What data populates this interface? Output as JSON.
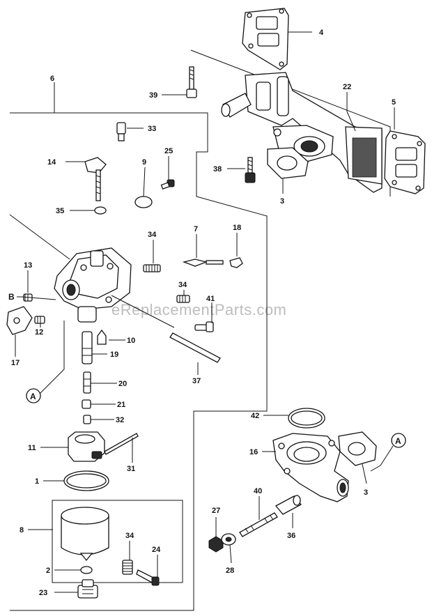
{
  "watermark": "eReplacementParts.com",
  "labels": {
    "p1": "1",
    "p2": "2",
    "p3a": "3",
    "p3b": "3",
    "p4": "4",
    "p5": "5",
    "p6": "6",
    "p7": "7",
    "p8": "8",
    "p9": "9",
    "p10": "10",
    "p11": "11",
    "p12": "12",
    "p13": "13",
    "p14": "14",
    "p16": "16",
    "p17": "17",
    "p18": "18",
    "p19": "19",
    "p20": "20",
    "p21": "21",
    "p22": "22",
    "p23": "23",
    "p24": "24",
    "p25": "25",
    "p27": "27",
    "p28": "28",
    "p31": "31",
    "p32": "32",
    "p33": "33",
    "p34a": "34",
    "p34b": "34",
    "p34c": "34",
    "p35": "35",
    "p36": "36",
    "p37": "37",
    "p38": "38",
    "p39": "39",
    "p40": "40",
    "p41": "41",
    "p42": "42",
    "refA1": "A",
    "refA2": "A",
    "refB": "B"
  }
}
